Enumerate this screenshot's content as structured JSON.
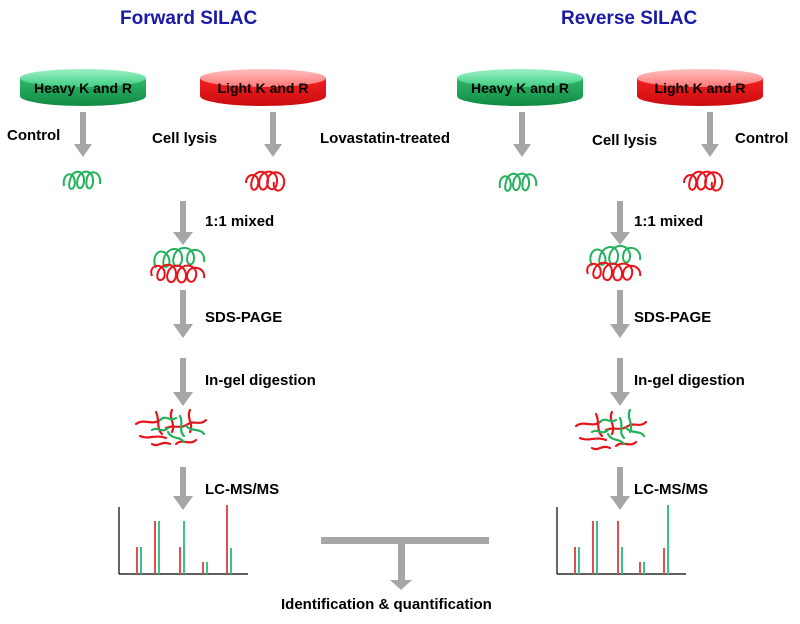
{
  "forward": {
    "title": "Forward SILAC",
    "heavy_dish": "Heavy K and R",
    "light_dish": "Light K and R",
    "heavy_condition": "Control",
    "light_condition": "Lovastatin-treated",
    "lysis": "Cell lysis",
    "mix": "1:1 mixed",
    "gel": "SDS-PAGE",
    "digestion": "In-gel digestion",
    "ms": "LC-MS/MS"
  },
  "reverse": {
    "title": "Reverse SILAC",
    "heavy_dish": "Heavy K and R",
    "light_dish": "Light K and R",
    "light_condition": "Control",
    "lysis": "Cell lysis",
    "mix": "1:1 mixed",
    "gel": "SDS-PAGE",
    "digestion": "In-gel digestion",
    "ms": "LC-MS/MS"
  },
  "final_step": "Identification & quantification",
  "colors": {
    "heavy": "#1aaa5a",
    "heavy_light": "#4fd08a",
    "light": "#e8141c",
    "light_light": "#ff8a8a",
    "arrow": "#a6a6a6",
    "title": "#1a1aa6",
    "spectrum_red": "#e05050",
    "spectrum_green": "#3cc08c"
  }
}
